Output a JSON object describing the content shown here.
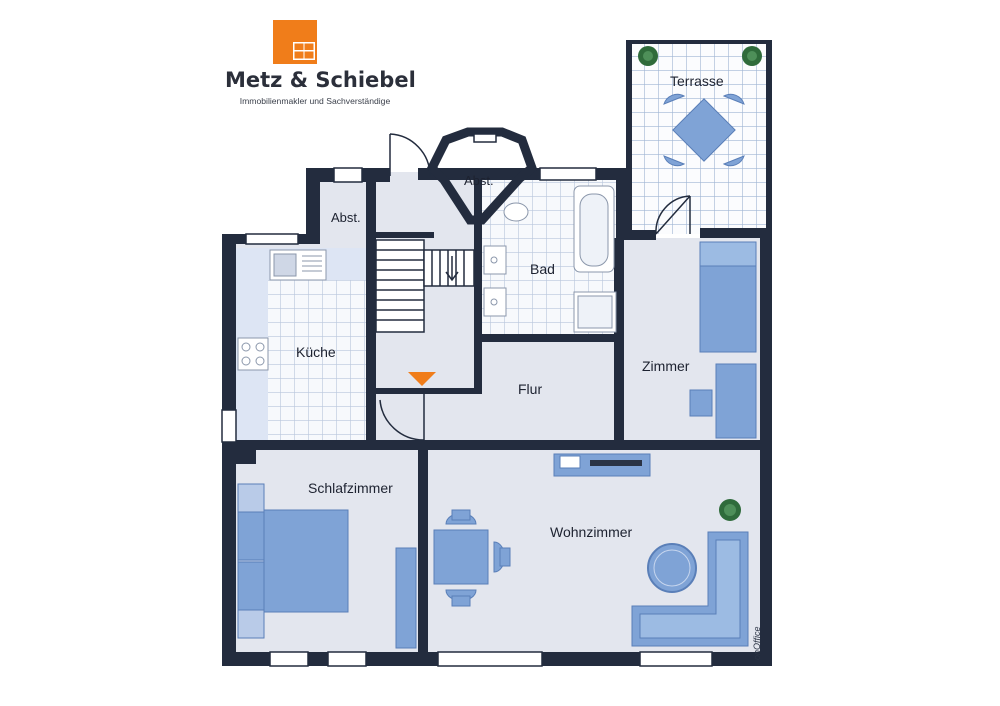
{
  "company": {
    "name": "Metz & Schiebel",
    "tagline": "Immobilienmakler und Sachverständige",
    "logo_color": "#f07d1a"
  },
  "rooms": {
    "terrasse": "Terrasse",
    "abst_top": "Abst.",
    "abst_left": "Abst.",
    "bad": "Bad",
    "kueche": "Küche",
    "zimmer": "Zimmer",
    "flur": "Flur",
    "schlafzimmer": "Schlafzimmer",
    "wohnzimmer": "Wohnzimmer"
  },
  "watermark": "onOffice",
  "colors": {
    "wall": "#232c3e",
    "floor": "#e3e6ee",
    "tile_floor": "#f7f9fc",
    "tile_line": "#b8c6dc",
    "furniture": "#7fa3d6",
    "furniture_dark": "#5a7fb8",
    "stairs_arrow": "#f07d1a"
  }
}
